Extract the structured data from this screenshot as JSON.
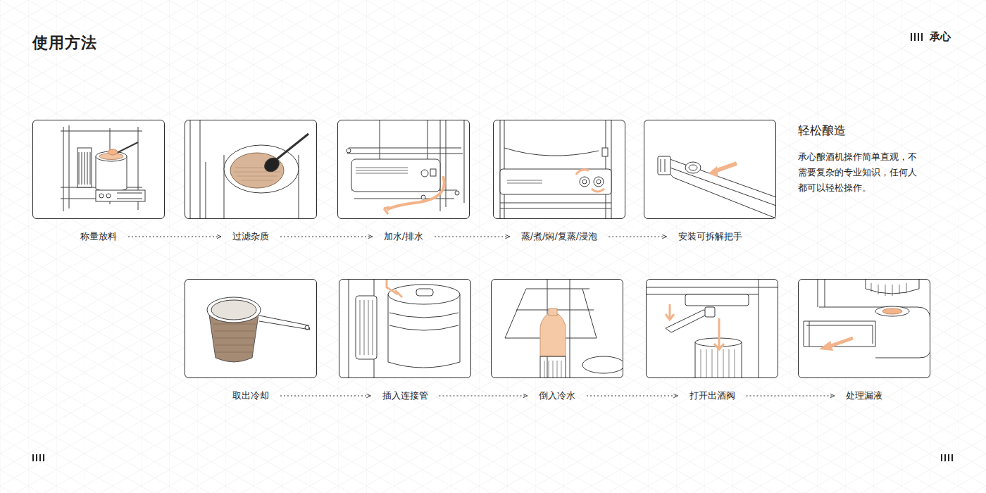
{
  "diagram": {
    "title": "使用方法",
    "nodes": [
      {
        "text": [
          "称量放料"
        ]
      },
      {
        "text": [
          "过滤杂质"
        ]
      },
      {
        "text": [
          "加水/排水"
        ]
      },
      {
        "text": [
          "蒸/煮/焖/复蒸/浸泡"
        ]
      },
      {
        "text": [
          "安装可拆解把手"
        ]
      },
      {
        "text": [
          "取出冷却"
        ]
      },
      {
        "text": [
          "插入连接管"
        ]
      },
      {
        "text": [
          "倒入冷水"
        ]
      },
      {
        "text": [
          "打开出酒阀"
        ]
      },
      {
        "text": [
          "处理漏液"
        ]
      }
    ],
    "edges": [
      {
        "from": 0,
        "to": 1,
        "arrow": "to"
      },
      {
        "from": 1,
        "to": 2,
        "arrow": "to"
      },
      {
        "from": 2,
        "to": 3,
        "arrow": "to"
      },
      {
        "from": 3,
        "to": 4,
        "arrow": "to"
      },
      {
        "from": 5,
        "to": 6,
        "arrow": "to"
      },
      {
        "from": 6,
        "to": 7,
        "arrow": "to"
      },
      {
        "from": 7,
        "to": 8,
        "arrow": "to"
      },
      {
        "from": 8,
        "to": 9,
        "arrow": "to"
      }
    ],
    "labels": [
      "承心",
      "轻松酿造",
      "承心酿酒机操作简单直观，不需要复杂的专业知识，任何人都可以轻松操作。"
    ]
  }
}
